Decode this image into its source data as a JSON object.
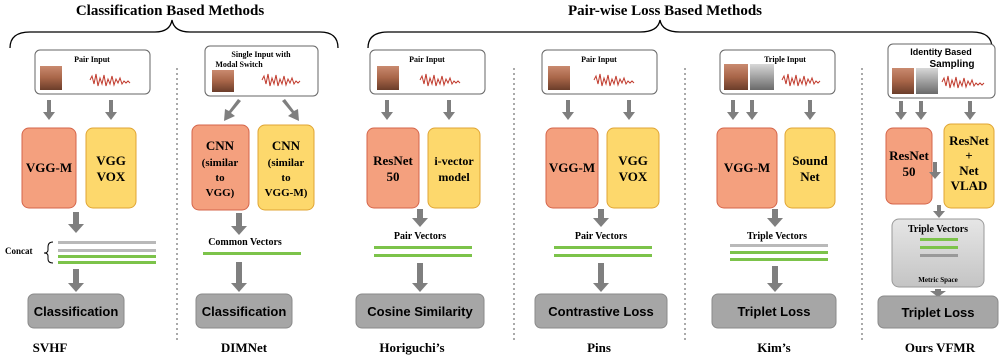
{
  "group_titles": {
    "classification": "Classification Based Methods",
    "pairwise": "Pair-wise Loss Based Methods"
  },
  "inputs": {
    "pair": "Pair Input",
    "single_modal_l1": "Single Input with",
    "single_modal_l2": "Modal Switch",
    "triple": "Triple Input",
    "identity_l1": "Identity Based",
    "identity_l2": "Sampling"
  },
  "encoders": {
    "vggm": "VGG-M",
    "vggvox_l1": "VGG",
    "vggvox_l2": "VOX",
    "cnn_a": [
      "CNN",
      "(similar",
      "to",
      "VGG)"
    ],
    "cnn_b": [
      "CNN",
      "(similar",
      "to",
      "VGG-M)"
    ],
    "resnet_l1": "ResNet",
    "resnet_l2": "50",
    "ivector_l1": "i-vector",
    "ivector_l2": "model",
    "soundnet_l1": "Sound",
    "soundnet_l2": "Net",
    "netvlad": [
      "ResNet",
      "+",
      "Net",
      "VLAD"
    ]
  },
  "vectors": {
    "concat": "Concat",
    "common": "Common Vectors",
    "pair": "Pair Vectors",
    "triple": "Triple Vectors",
    "metric_space": "Metric Space"
  },
  "outputs": {
    "classification": "Classification",
    "cosine": "Cosine Similarity",
    "contrastive": "Contrastive Loss",
    "triplet": "Triplet Loss"
  },
  "methods": [
    "SVHF",
    "DIMNet",
    "Horiguchi’s",
    "Pins",
    "Kim’s",
    "Ours VFMR"
  ],
  "colors": {
    "face_box_fill": "#f4a07e",
    "face_box_stroke": "#d5654a",
    "voice_box_fill": "#fdd86c",
    "voice_box_stroke": "#e0a534",
    "green_vector": "#7cc34a",
    "gray_vector": "#b9b9b9",
    "output_fill": "#a6a6a6",
    "arrow": "#7f7f7f",
    "waveform": "#c0392b"
  }
}
